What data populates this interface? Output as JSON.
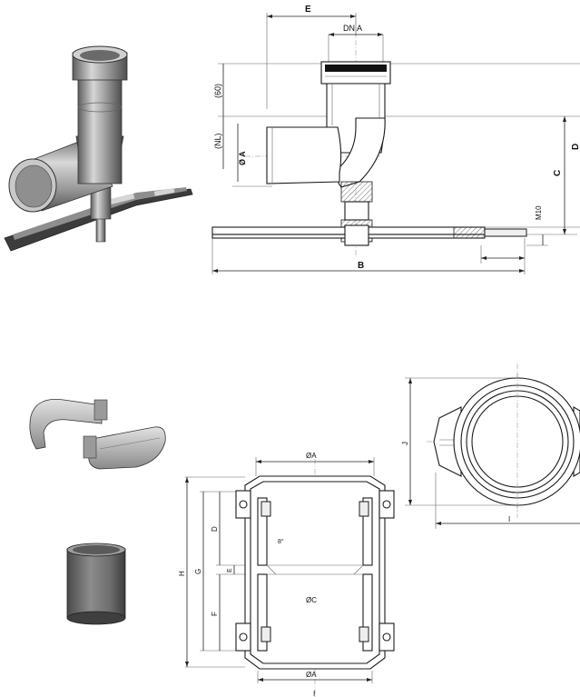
{
  "top_drawing": {
    "labels": {
      "E": "E",
      "DNA": "DN A",
      "d60": "(60)",
      "NL": "(NL)",
      "phiA": "Ø A",
      "C": "C",
      "D": "D",
      "M10": "M10",
      "B": "B"
    }
  },
  "bottom_drawing": {
    "labels": {
      "phiA_top": "ØA",
      "phiA_bottom": "ØA",
      "phiC": "ØC",
      "deg": "8°",
      "H": "H",
      "G": "G",
      "D": "D",
      "E": "E",
      "F": "F",
      "J": "J",
      "I": "I",
      "I_bottom": "I"
    }
  },
  "colors": {
    "line": "#1a1a1a",
    "metal_light": "#d9d9d9",
    "metal_dark": "#6d6d6d"
  }
}
